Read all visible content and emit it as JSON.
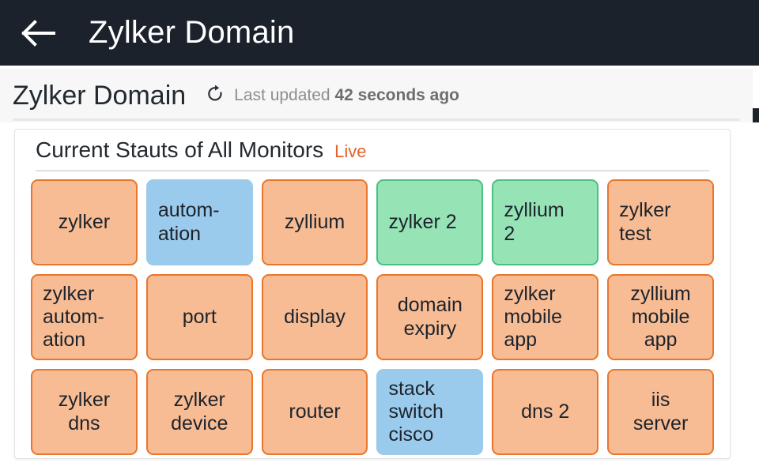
{
  "navbar": {
    "back_icon": "arrow-left-icon",
    "title": "Zylker Domain"
  },
  "subheader": {
    "title": "Zylker Domain",
    "refresh_icon": "refresh-icon",
    "updated_prefix": "Last updated ",
    "updated_value": "42 seconds ago"
  },
  "card": {
    "title": "Current Stauts of All Monitors",
    "live_label": "Live"
  },
  "colors": {
    "navbar_bg": "#1b222c",
    "subheader_bg": "#f7f7f7",
    "card_bg": "#ffffff",
    "live_text": "#e2632b",
    "down_fill": "#f8bc94",
    "down_border": "#e8762c",
    "up_fill": "#96e3b6",
    "up_border": "#4cbf82",
    "trouble_fill": "#9bcbec",
    "trouble_border": "#9bcbec",
    "tile_text": "#1d232b"
  },
  "monitors": [
    {
      "label": "zylker",
      "status": "down",
      "align": "center"
    },
    {
      "label": "autom-\nation",
      "status": "trouble",
      "align": "left"
    },
    {
      "label": "zyllium",
      "status": "down",
      "align": "center"
    },
    {
      "label": "zylker 2",
      "status": "up",
      "align": "left"
    },
    {
      "label": "zyllium\n2",
      "status": "up",
      "align": "left"
    },
    {
      "label": "zylker\ntest",
      "status": "down",
      "align": "left"
    },
    {
      "label": "zylker\nautom-\nation",
      "status": "down",
      "align": "left"
    },
    {
      "label": "port",
      "status": "down",
      "align": "center"
    },
    {
      "label": "display",
      "status": "down",
      "align": "center"
    },
    {
      "label": "domain\nexpiry",
      "status": "down",
      "align": "center"
    },
    {
      "label": "zylker\nmobile\napp",
      "status": "down",
      "align": "left"
    },
    {
      "label": "zyllium\nmobile\napp",
      "status": "down",
      "align": "center"
    },
    {
      "label": "zylker\ndns",
      "status": "down",
      "align": "center"
    },
    {
      "label": "zylker\ndevice",
      "status": "down",
      "align": "center"
    },
    {
      "label": "router",
      "status": "down",
      "align": "center"
    },
    {
      "label": "stack\nswitch\ncisco",
      "status": "trouble",
      "align": "left"
    },
    {
      "label": "dns 2",
      "status": "down",
      "align": "center"
    },
    {
      "label": "iis\nserver",
      "status": "down",
      "align": "center"
    }
  ]
}
